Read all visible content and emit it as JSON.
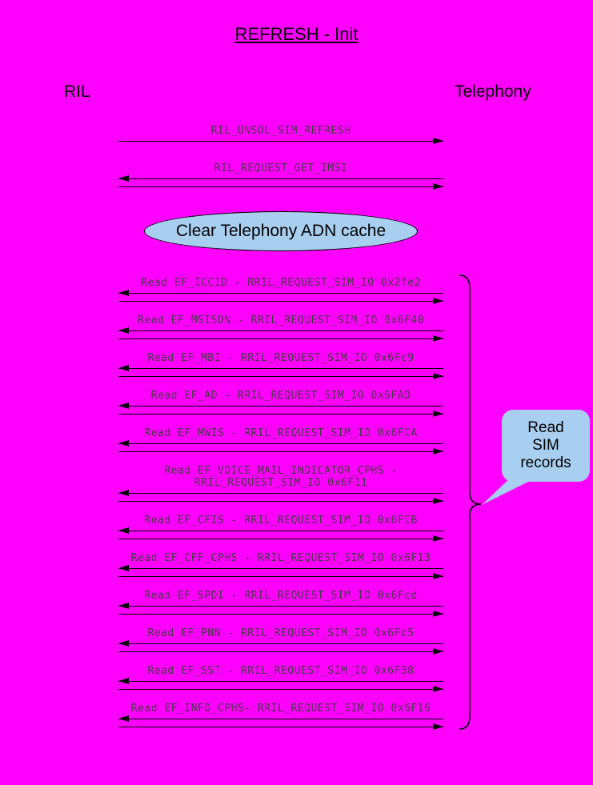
{
  "title": "REFRESH - Init",
  "actors": {
    "left": "RIL",
    "right": "Telephony"
  },
  "note": {
    "text": "Clear Telephony ADN cache"
  },
  "callout": {
    "text": "Read SIM records"
  },
  "colors": {
    "background": "#FF00FF",
    "note_fill": "#A8CEF0",
    "line": "#000000",
    "label_text": "#3F3F3F"
  },
  "pre_messages": [
    {
      "label": "RIL_UNSOL_SIM_REFRESH",
      "arrows": [
        "right"
      ]
    },
    {
      "label": "RIL_REQUEST_GET_IMSI",
      "arrows": [
        "left",
        "right"
      ]
    }
  ],
  "read_messages": [
    {
      "label": "Read EF_ICCID - RRIL_REQUEST_SIM_IO 0x2fe2",
      "arrows": [
        "left",
        "right"
      ]
    },
    {
      "label": "Read EF_MSISDN - RRIL_REQUEST_SIM_IO 0x6F40",
      "arrows": [
        "left",
        "right"
      ]
    },
    {
      "label": "Read EF_MBI - RRIL_REQUEST_SIM_IO 0x6Fc9",
      "arrows": [
        "left",
        "right"
      ]
    },
    {
      "label": "Read EF_AD - RRIL_REQUEST_SIM_IO 0x6FAD",
      "arrows": [
        "left",
        "right"
      ]
    },
    {
      "label": "Read EF_MWIS - RRIL_REQUEST_SIM_IO 0x6FCA",
      "arrows": [
        "left",
        "right"
      ]
    },
    {
      "label": "Read EF_VOICE_MAIL_INDICATOR_CPHS -\nRRIL_REQUEST_SIM_IO 0x6F11",
      "arrows": [
        "left",
        "right"
      ]
    },
    {
      "label": "Read EF_CFIS - RRIL_REQUEST_SIM_IO 0x6FCB",
      "arrows": [
        "left",
        "right"
      ]
    },
    {
      "label": "Read EF_CFF_CPHS - RRIL_REQUEST_SIM_IO 0x6F13",
      "arrows": [
        "left",
        "right"
      ]
    },
    {
      "label": "Read EF_SPDI - RRIL_REQUEST_SIM_IO 0x6Fcd",
      "arrows": [
        "left",
        "right"
      ]
    },
    {
      "label": "Read EF_PNN - RRIL_REQUEST_SIM_IO 0x6Fc5",
      "arrows": [
        "left",
        "right"
      ]
    },
    {
      "label": "Read EF_SST - RRIL_REQUEST_SIM_IO 0x6F38",
      "arrows": [
        "left",
        "right"
      ]
    },
    {
      "label": "Read EF_INFO_CPHS- RRIL_REQUEST_SIM_IO 0x6F16",
      "arrows": [
        "left",
        "right"
      ]
    }
  ]
}
